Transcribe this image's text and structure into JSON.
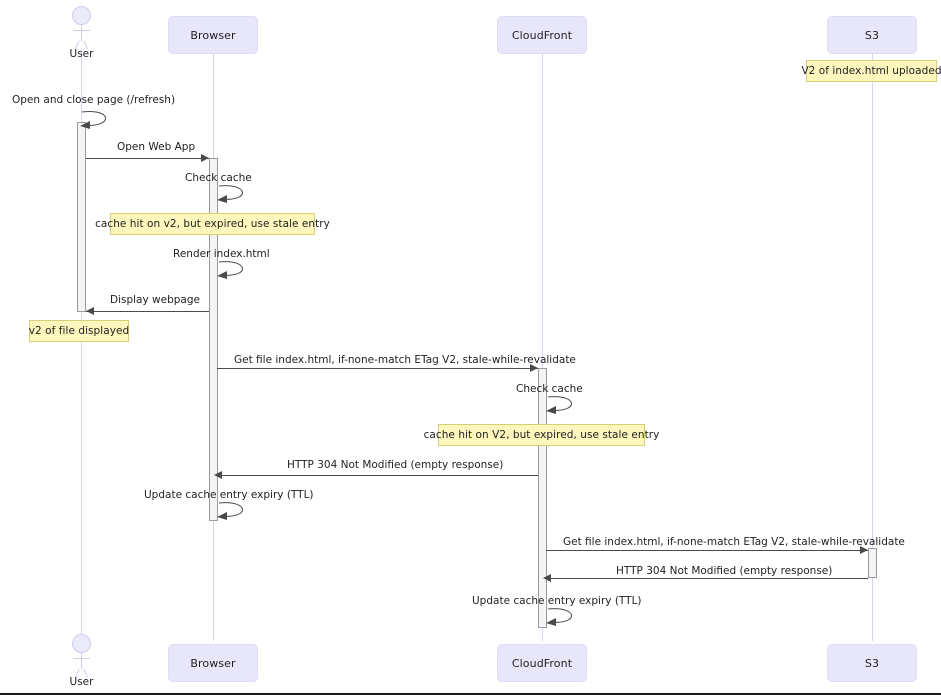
{
  "diagram": {
    "type": "uml-sequence-diagram",
    "title_partial": "(cropped)",
    "colors": {
      "participant_fill": "#e8e6fa",
      "participant_border": "#dedcf6",
      "lifeline": "#d7d5f5",
      "note_fill": "#fdf6bd",
      "note_border": "#d6cf77",
      "activation_fill": "#f4f4f4",
      "activation_border": "#9b9b9b",
      "message_line": "#4a4a4a",
      "text": "#1f1f1f"
    }
  },
  "participants": [
    {
      "id": "user",
      "label": "User",
      "kind": "actor"
    },
    {
      "id": "browser",
      "label": "Browser",
      "kind": "box"
    },
    {
      "id": "cloudfront",
      "label": "CloudFront",
      "kind": "box"
    },
    {
      "id": "s3",
      "label": "S3",
      "kind": "box"
    }
  ],
  "participants_bottom": [
    {
      "id": "user",
      "label": "User",
      "kind": "actor"
    },
    {
      "id": "browser",
      "label": "Browser",
      "kind": "box"
    },
    {
      "id": "cloudfront",
      "label": "CloudFront",
      "kind": "box"
    },
    {
      "id": "s3",
      "label": "S3",
      "kind": "box"
    }
  ],
  "notes": [
    {
      "id": "note-s3-upload",
      "text": "V2 of index.html uploaded"
    },
    {
      "id": "note-browser-cache",
      "text": "cache hit on v2, but expired, use stale entry"
    },
    {
      "id": "note-user-displayed",
      "text": "v2 of file displayed"
    },
    {
      "id": "note-cloudfront-cache",
      "text": "cache hit on V2, but expired, use stale entry"
    }
  ],
  "messages": [
    {
      "id": "m1",
      "from": "user",
      "to": "user",
      "kind": "self",
      "label": "Open and close page (/refresh)"
    },
    {
      "id": "m2",
      "from": "user",
      "to": "browser",
      "kind": "sync",
      "label": "Open Web App"
    },
    {
      "id": "m3",
      "from": "browser",
      "to": "browser",
      "kind": "self",
      "label": "Check cache"
    },
    {
      "id": "m4",
      "from": "browser",
      "to": "browser",
      "kind": "self",
      "label": "Render index.html"
    },
    {
      "id": "m5",
      "from": "browser",
      "to": "user",
      "kind": "reply",
      "label": "Display webpage"
    },
    {
      "id": "m6",
      "from": "browser",
      "to": "cloudfront",
      "kind": "sync",
      "label": "Get file index.html, if-none-match ETag V2, stale-while-revalidate"
    },
    {
      "id": "m7",
      "from": "cloudfront",
      "to": "cloudfront",
      "kind": "self",
      "label": "Check cache"
    },
    {
      "id": "m8",
      "from": "cloudfront",
      "to": "browser",
      "kind": "reply",
      "label": "HTTP 304 Not Modified (empty response)"
    },
    {
      "id": "m9",
      "from": "browser",
      "to": "browser",
      "kind": "self",
      "label": "Update cache entry expiry (TTL)"
    },
    {
      "id": "m10",
      "from": "cloudfront",
      "to": "s3",
      "kind": "sync",
      "label": "Get file index.html, if-none-match ETag V2, stale-while-revalidate"
    },
    {
      "id": "m11",
      "from": "s3",
      "to": "cloudfront",
      "kind": "reply",
      "label": "HTTP 304 Not Modified (empty response)"
    },
    {
      "id": "m12",
      "from": "cloudfront",
      "to": "cloudfront",
      "kind": "self",
      "label": "Update cache entry expiry (TTL)"
    }
  ]
}
